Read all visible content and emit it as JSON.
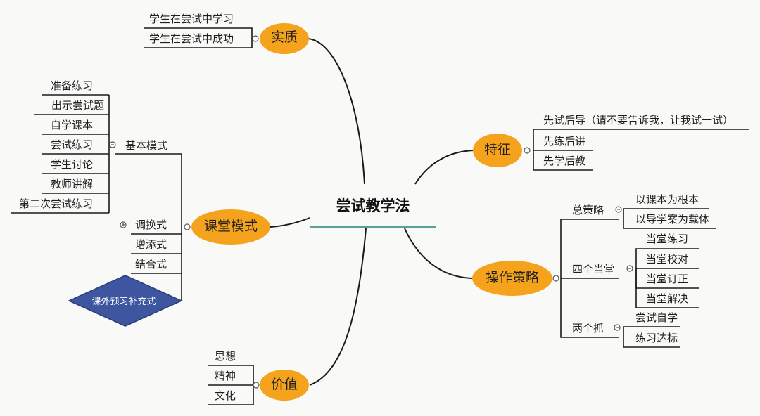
{
  "center": "尝试教学法",
  "branches": {
    "essence": {
      "label": "实质",
      "items": [
        "学生在尝试中学习",
        "学生在尝试中成功"
      ]
    },
    "classroom": {
      "label": "课堂模式",
      "basic": {
        "label": "基本模式",
        "items": [
          "准备练习",
          "出示尝试题",
          "自学课本",
          "尝试练习",
          "学生讨论",
          "教师讲解",
          "第二次尝试练习"
        ]
      },
      "adjust": [
        "调换式",
        "增添式",
        "结合式"
      ],
      "diamond": "课外预习补充式"
    },
    "value": {
      "label": "价值",
      "items": [
        "思想",
        "精神",
        "文化"
      ]
    },
    "features": {
      "label": "特征",
      "items": [
        "先试后导（请不要告诉我，让我试一试）",
        "先练后讲",
        "先学后教"
      ]
    },
    "strategy": {
      "label": "操作策略",
      "overall": {
        "label": "总策略",
        "items": [
          "以课本为根本",
          "以导学案为载体"
        ]
      },
      "four": {
        "label": "四个当堂",
        "items": [
          "当堂练习",
          "当堂校对",
          "当堂订正",
          "当堂解决"
        ]
      },
      "two": {
        "label": "两个抓",
        "items": [
          "尝试自学",
          "练习达标"
        ]
      }
    }
  },
  "colors": {
    "node_fill": "#f5a31c",
    "center_underline": "#5f9e96",
    "diamond_fill": "#3e56a0",
    "line": "#1a1a1a"
  }
}
